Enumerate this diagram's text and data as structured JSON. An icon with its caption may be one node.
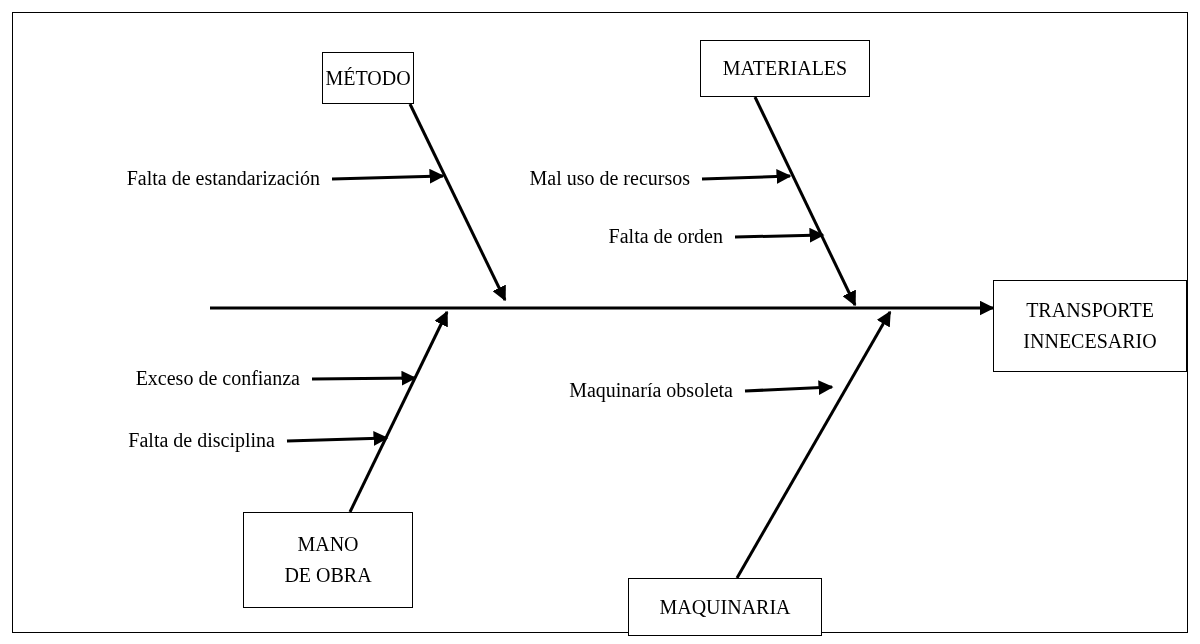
{
  "diagram": {
    "nodes": [
      {
        "text": [
          "MÉTODO"
        ]
      },
      {
        "text": [
          "MATERIALES"
        ]
      },
      {
        "text": [
          "TRANSPORTE INNECESARIO"
        ]
      },
      {
        "text": [
          "MANO DE OBRA"
        ]
      },
      {
        "text": [
          "MAQUINARIA"
        ]
      },
      {
        "text": [
          "Falta de estandarización"
        ]
      },
      {
        "text": [
          "Mal uso de recursos"
        ]
      },
      {
        "text": [
          "Falta de orden"
        ]
      },
      {
        "text": [
          "Exceso de confianza"
        ]
      },
      {
        "text": [
          "Falta de disciplina"
        ]
      },
      {
        "text": [
          "Maquinaría obsoleta"
        ]
      }
    ],
    "edges": [
      {
        "from": null,
        "to": 2,
        "arrow": "to"
      },
      {
        "from": 0,
        "to": null,
        "arrow": "to"
      },
      {
        "from": 1,
        "to": null,
        "arrow": "to"
      },
      {
        "from": 3,
        "to": null,
        "arrow": "to"
      },
      {
        "from": 4,
        "to": null,
        "arrow": "to"
      },
      {
        "from": 5,
        "to": null,
        "arrow": "to"
      },
      {
        "from": 6,
        "to": null,
        "arrow": "to"
      },
      {
        "from": 7,
        "to": null,
        "arrow": "to"
      },
      {
        "from": 8,
        "to": null,
        "arrow": "to"
      },
      {
        "from": 9,
        "to": null,
        "arrow": "to"
      },
      {
        "from": 10,
        "to": null,
        "arrow": "to"
      }
    ]
  }
}
